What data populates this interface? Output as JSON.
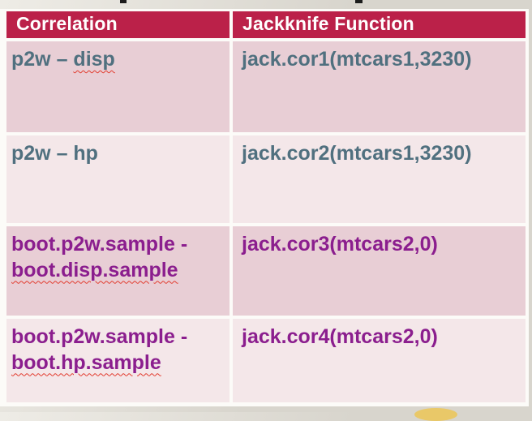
{
  "slide": {
    "table": {
      "header": {
        "correlation": "Correlation",
        "function": "Jackknife Function"
      },
      "rows": [
        {
          "correlation": {
            "plain": "p2w – ",
            "misspelled": "disp"
          },
          "function": "jack.cor1(mtcars1,3230)"
        },
        {
          "correlation": {
            "plain": "p2w – hp"
          },
          "function": "jack.cor2(mtcars1,3230)"
        },
        {
          "correlation": {
            "line1": "boot.p2w.sample -",
            "line2_misspelled": "boot.disp.sample"
          },
          "function": "jack.cor3(mtcars2,0)"
        },
        {
          "correlation": {
            "line1": "boot.p2w.sample -",
            "line2_misspelled": "boot.hp.sample"
          },
          "function": "jack.cor4(mtcars2,0)"
        }
      ]
    },
    "decorations": {
      "top_edge": "two black descender tips of text cropped above the table",
      "bottom_edge": "top arc of a yellow ellipse shape cropped at the bottom"
    }
  },
  "colors": {
    "page_bg": "#d8d5cd",
    "page_bg_light": "#eeece6",
    "table_border": "#fcfbf8",
    "header_bg": "#bb2149",
    "header_text": "#ffffff",
    "row_odd_bg": "#e8ced5",
    "row_even_bg": "#f4e7e9",
    "text_slate": "#50707f",
    "text_purple": "#8b1e8e",
    "spellcheck_red": "#e23b2e",
    "accent_yellow": "#e9c868",
    "crop_mark_dark": "#1c1c1c"
  }
}
